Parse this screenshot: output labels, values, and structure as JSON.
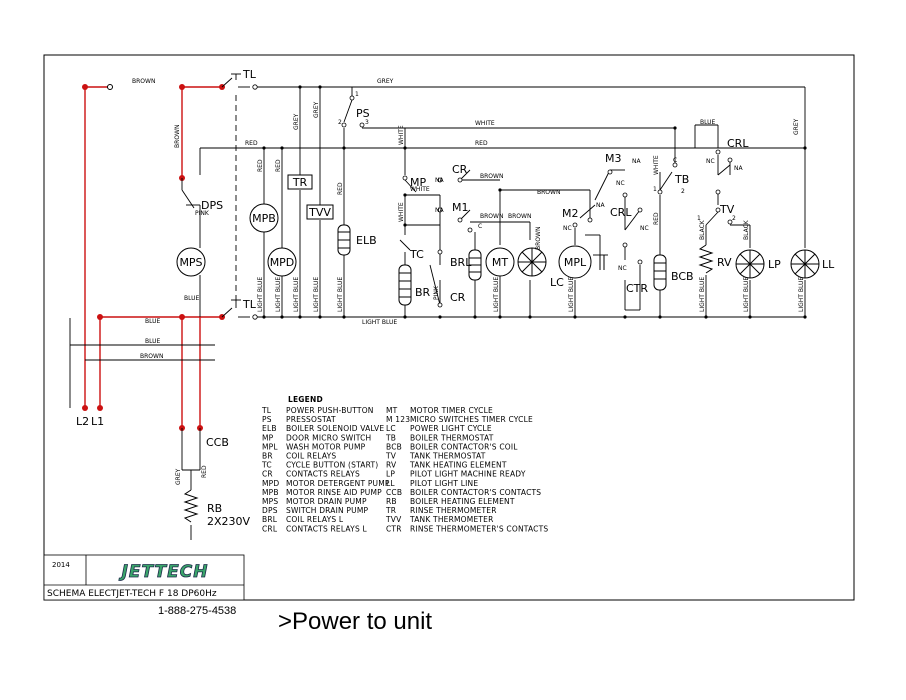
{
  "colors": {
    "power": "#cc1111",
    "line": "#000000",
    "logo_green": "#3aa56a",
    "logo_blue": "#1c2a4a"
  },
  "wires": {
    "brown": "BROWN",
    "grey": "GREY",
    "white": "WHITE",
    "red": "RED",
    "blue": "BLUE",
    "light_blue": "LIGHT BLUE",
    "pink": "PINK",
    "black": "BLACK"
  },
  "components": {
    "TL": "TL",
    "PS": "PS",
    "DPS": "DPS",
    "MPS": "MPS",
    "MPB": "MPB",
    "MPD": "MPD",
    "TR": "TR",
    "TVV": "TVV",
    "ELB": "ELB",
    "MP": "MP",
    "CR": "CR",
    "M1": "M1",
    "TC": "TC",
    "BR": "BR",
    "BRL": "BRL",
    "MT": "MT",
    "LC": "LC",
    "M2": "M2",
    "MPL": "MPL",
    "M3": "M3",
    "CRL": "CRL",
    "CTR": "CTR",
    "TB": "TB",
    "BCB": "BCB",
    "RV": "RV",
    "TV": "TV",
    "LP": "LP",
    "LL": "LL",
    "CCB": "CCB",
    "RB": "RB",
    "RB_value": "2X230V",
    "L1": "L1",
    "L2": "L2"
  },
  "contacts": {
    "NA": "NA",
    "NC": "NC",
    "C": "C",
    "n1": "1",
    "n2": "2",
    "n3": "3"
  },
  "legend": {
    "title": "LEGEND",
    "left": [
      {
        "code": "TL",
        "desc": "POWER PUSH-BUTTON"
      },
      {
        "code": "PS",
        "desc": "PRESSOSTAT"
      },
      {
        "code": "ELB",
        "desc": "BOILER SOLENOID VALVE"
      },
      {
        "code": "MP",
        "desc": "DOOR MICRO SWITCH"
      },
      {
        "code": "MPL",
        "desc": "WASH MOTOR PUMP"
      },
      {
        "code": "BR",
        "desc": "COIL RELAYS"
      },
      {
        "code": "TC",
        "desc": "CYCLE BUTTON (START)"
      },
      {
        "code": "CR",
        "desc": "CONTACTS RELAYS"
      },
      {
        "code": "MPD",
        "desc": "MOTOR DETERGENT PUMP"
      },
      {
        "code": "MPB",
        "desc": "MOTOR RINSE AID PUMP"
      },
      {
        "code": "MPS",
        "desc": "MOTOR DRAIN PUMP"
      },
      {
        "code": "DPS",
        "desc": "SWITCH DRAIN PUMP"
      },
      {
        "code": "BRL",
        "desc": "COIL RELAYS L"
      },
      {
        "code": "CRL",
        "desc": "CONTACTS RELAYS L"
      }
    ],
    "right": [
      {
        "code": "MT",
        "desc": "MOTOR TIMER CYCLE"
      },
      {
        "code": "M 123",
        "desc": "MICRO SWITCHES TIMER CYCLE"
      },
      {
        "code": "LC",
        "desc": "POWER LIGHT CYCLE"
      },
      {
        "code": "TB",
        "desc": "BOILER THERMOSTAT"
      },
      {
        "code": "BCB",
        "desc": "BOILER CONTACTOR'S COIL"
      },
      {
        "code": "TV",
        "desc": "TANK THERMOSTAT"
      },
      {
        "code": "RV",
        "desc": "TANK HEATING ELEMENT"
      },
      {
        "code": "LP",
        "desc": "PILOT LIGHT MACHINE READY"
      },
      {
        "code": "LL",
        "desc": "PILOT LIGHT LINE"
      },
      {
        "code": "CCB",
        "desc": "BOILER CONTACTOR'S CONTACTS"
      },
      {
        "code": "RB",
        "desc": "BOILER HEATING ELEMENT"
      },
      {
        "code": "TR",
        "desc": "RINSE THERMOMETER"
      },
      {
        "code": "TVV",
        "desc": "TANK THERMOMETER"
      },
      {
        "code": "CTR",
        "desc": "RINSE THERMOMETER'S CONTACTS"
      }
    ]
  },
  "titleblock": {
    "year": "2014",
    "logo": "JETTECH",
    "schema": "SCHEMA ELECTJET-TECH F 18 DP60Hz"
  },
  "phone": "1-888-275-4538",
  "caption": ">Power to unit"
}
